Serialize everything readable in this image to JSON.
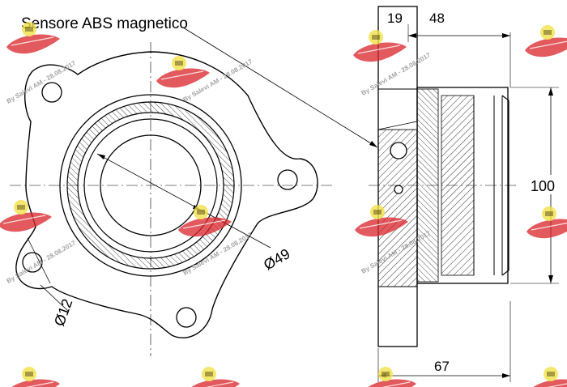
{
  "title": "Sensore ABS magnetico",
  "dimensions": {
    "inner_diameter": "Ø49",
    "bolt_hole_diameter": "Ø12",
    "flange_width": "19",
    "top_width": "48",
    "outer_diameter": "100",
    "total_width": "67"
  },
  "watermark": {
    "text": "By Salevi AM - 28.08.2017"
  },
  "colors": {
    "line": "#000000",
    "watermark_red": "#d8262c",
    "watermark_yellow": "#f2e14a"
  }
}
